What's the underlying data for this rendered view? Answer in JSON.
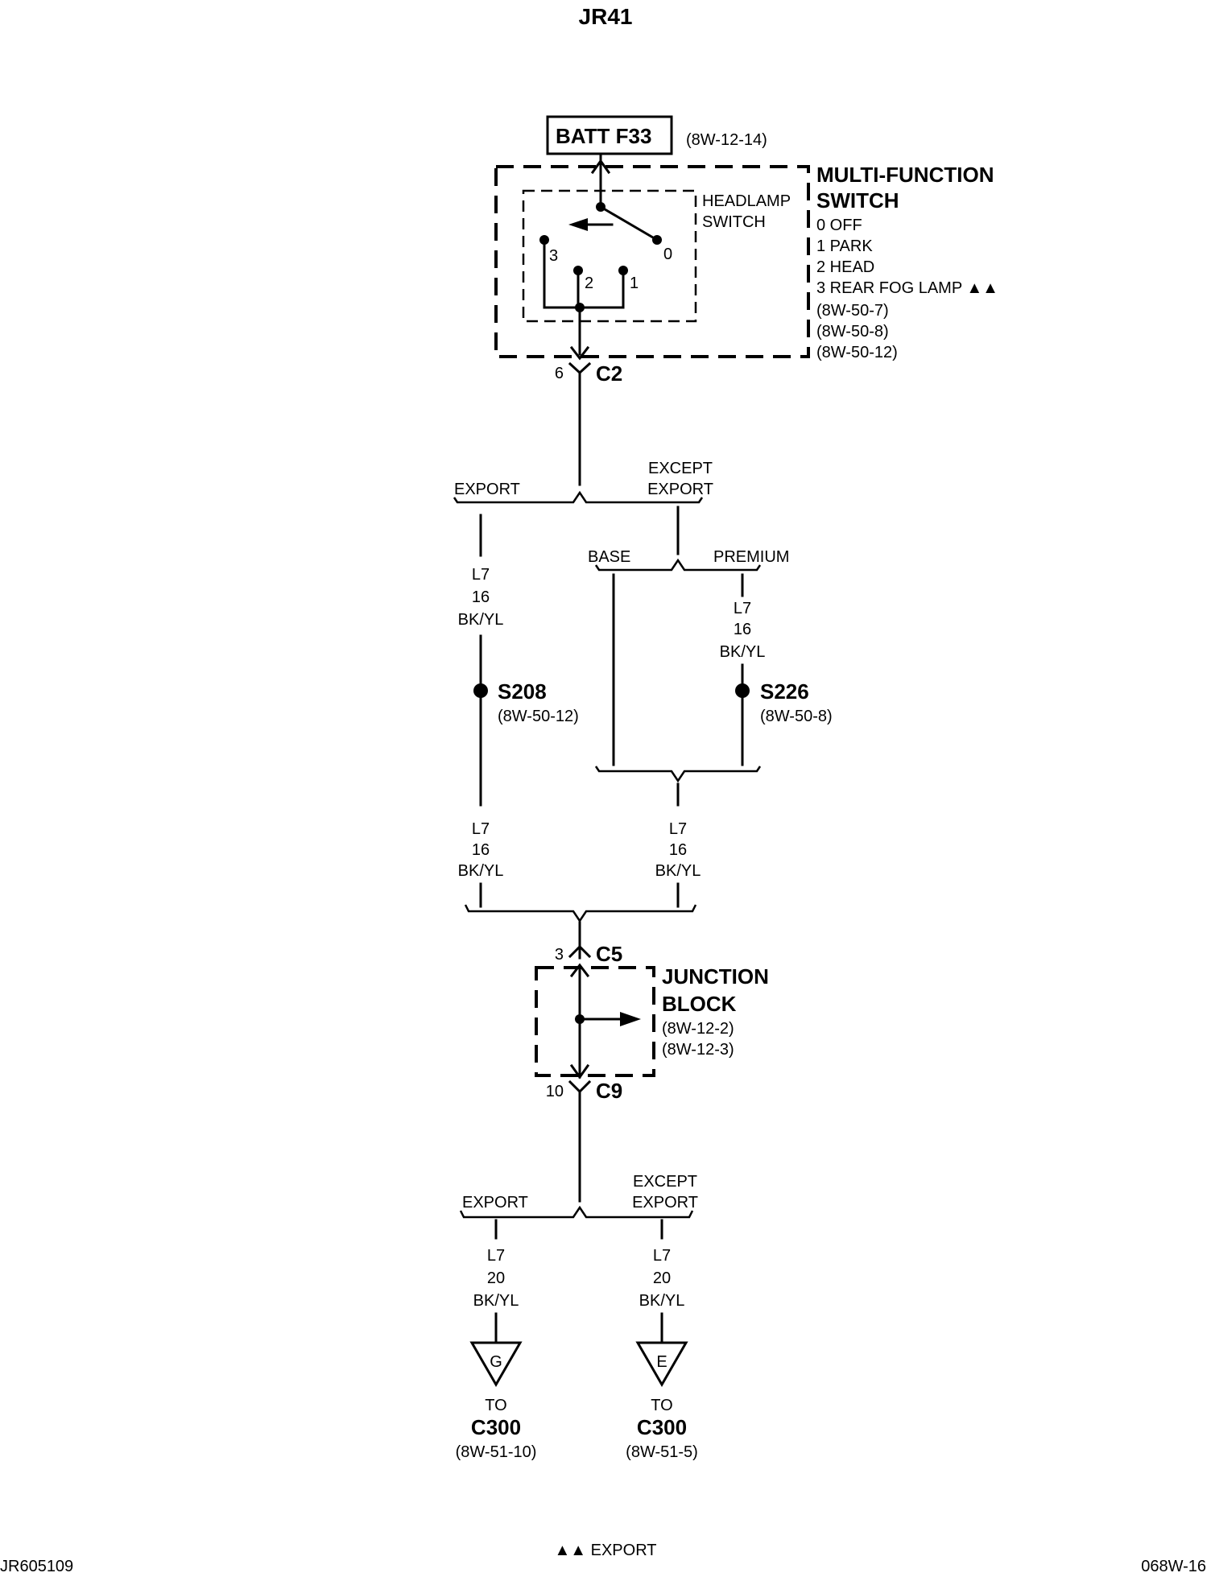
{
  "title": "JR41",
  "footer": {
    "left": "JR605109",
    "center": "▲▲ EXPORT",
    "right": "068W-16"
  },
  "fuse": {
    "label": "BATT F33",
    "ref": "(8W-12-14)"
  },
  "switch": {
    "name_line1": "MULTI-FUNCTION",
    "name_line2": "SWITCH",
    "sub_line1": "HEADLAMP",
    "sub_line2": "SWITCH",
    "positions": [
      "0 OFF",
      "1 PARK",
      "2 HEAD",
      "3 REAR FOG LAMP ▲▲"
    ],
    "refs": [
      "(8W-50-7)",
      "(8W-50-8)",
      "(8W-50-12)"
    ],
    "pin_labels": [
      "3",
      "2",
      "1",
      "0"
    ]
  },
  "connectors": {
    "c2": {
      "pin": "6",
      "name": "C2"
    },
    "c5": {
      "pin": "3",
      "name": "C5"
    },
    "c9": {
      "pin": "10",
      "name": "C9"
    }
  },
  "branches": {
    "export": "EXPORT",
    "except_line1": "EXCEPT",
    "except_line2": "EXPORT",
    "base": "BASE",
    "premium": "PREMIUM"
  },
  "wire": {
    "circuit": "L7",
    "gauge": "16",
    "color": "BK/YL",
    "gauge_lower": "20"
  },
  "splices": {
    "s208": {
      "name": "S208",
      "ref": "(8W-50-12)"
    },
    "s226": {
      "name": "S226",
      "ref": "(8W-50-8)"
    }
  },
  "junction": {
    "name_line1": "JUNCTION",
    "name_line2": "BLOCK",
    "refs": [
      "(8W-12-2)",
      "(8W-12-3)"
    ]
  },
  "destinations": [
    {
      "letter": "G",
      "to": "TO",
      "name": "C300",
      "ref": "(8W-51-10)"
    },
    {
      "letter": "E",
      "to": "TO",
      "name": "C300",
      "ref": "(8W-51-5)"
    }
  ]
}
